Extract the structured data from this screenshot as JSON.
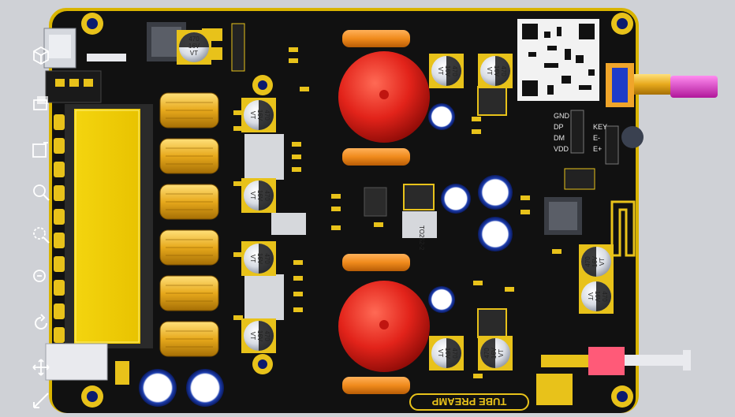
{
  "board": {
    "title_silk": "TUBE PREAMP",
    "pcb_color": "#101010",
    "edge_color": "#d9b400",
    "pad_color": "#e8c21a"
  },
  "capacitors": [
    {
      "value": "470",
      "voltage": "16V",
      "series": "VT"
    },
    {
      "value": "470",
      "voltage": "16V",
      "series": "VT"
    },
    {
      "value": "470",
      "voltage": "16V",
      "series": "VT"
    },
    {
      "value": "470",
      "voltage": "16V",
      "series": "VT"
    },
    {
      "value": "470",
      "voltage": "16V",
      "series": "VT"
    },
    {
      "value": "470",
      "voltage": "16V",
      "series": "VT"
    },
    {
      "value": "470",
      "voltage": "16V",
      "series": "VT"
    },
    {
      "value": "470",
      "voltage": "16V",
      "series": "VT"
    },
    {
      "value": "470",
      "voltage": "16V",
      "series": "VT"
    },
    {
      "value": "470",
      "voltage": "16V",
      "series": "VT"
    },
    {
      "value": "470",
      "voltage": "16V",
      "series": "VT"
    }
  ],
  "ic_labels": {
    "regulator": "TO252-2",
    "usb_header": [
      "GND",
      "DP",
      "DM",
      "VDD"
    ],
    "key_header": [
      "KEY",
      "E-",
      "E+"
    ]
  },
  "toolbar": {
    "items": [
      {
        "icon": "cube-view-icon"
      },
      {
        "icon": "layers-icon"
      },
      {
        "icon": "fit-view-icon"
      },
      {
        "icon": "zoom-in-icon"
      },
      {
        "icon": "zoom-out-icon"
      },
      {
        "icon": "zoom-area-icon"
      },
      {
        "icon": "rotate-icon"
      },
      {
        "icon": "pan-icon"
      },
      {
        "icon": "measure-icon"
      }
    ]
  },
  "colors": {
    "tube_red": "#e2231a",
    "cap_orange": "#f08a1c",
    "toroid_gold": "#e7a91c",
    "lcd_yellow": "#f4d50f",
    "connector_pink": "#e040c8",
    "connector_red": "#ff5a78"
  }
}
